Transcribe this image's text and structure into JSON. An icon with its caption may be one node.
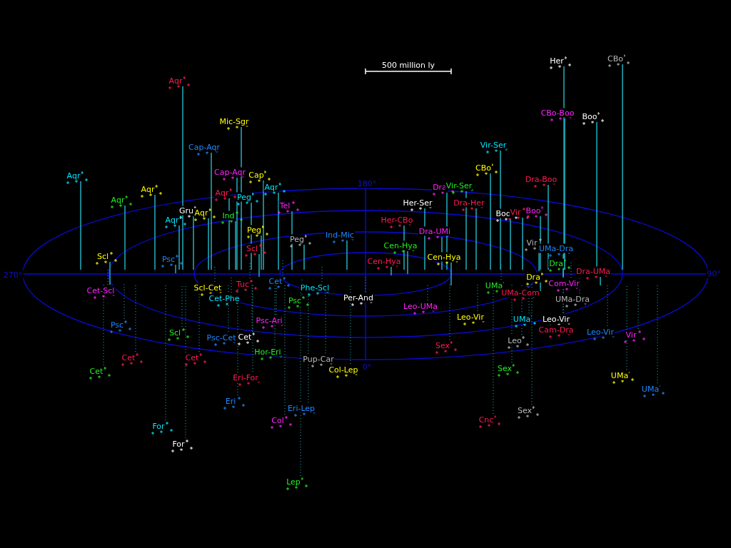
{
  "diagram": {
    "labels": [
      "500 million ly",
      "Her",
      "CBo",
      "Aqr",
      "CBo-Boo",
      "Boo",
      "Mic-Sgr",
      "Cap-Aqr",
      "Vir-Ser",
      "CBo",
      "Cap-Aqr",
      "Aqr",
      "Cap",
      "Dra-Boo",
      "180°",
      "Aqr",
      "Dra",
      "Vir-Ser",
      "Aqr",
      "Aqr",
      "Her-Ser",
      "Dra-Her",
      "Aqr",
      "Peg",
      "Tel",
      "Boo",
      "Vir",
      "Boo",
      "Gru",
      "Ind",
      "Aqr",
      "Aqr",
      "Her-CBo",
      "Peg",
      "Dra-UMi",
      "Ind-Mic",
      "Peg",
      "Vir",
      "Cen-Hya",
      "UMa-Dra",
      "Scl",
      "Psc",
      "Scl",
      "Cen-Hya",
      "Cen-Hya",
      "Dra",
      "270°",
      "90°",
      "Dra-UMa",
      "Dra",
      "Cet",
      "Com-Vir",
      "UMa",
      "Cet-Scl",
      "Scl-Cet",
      "Tuc",
      "Phe-Scl",
      "UMa-Com",
      "Cet-Phe",
      "UMa-Dra",
      "Psc",
      "Per-And",
      "Leo-UMa",
      "Psc-Ari",
      "UMa",
      "Leo-Vir",
      "Leo-Vir",
      "Psc",
      "Leo-Vir",
      "Vir",
      "Cam-Dra",
      "Scl",
      "Psc-Cet",
      "Cet",
      "Leo",
      "Cet",
      "Cet",
      "Sex",
      "Hor-Eri",
      "Pup-Car",
      "0°",
      "Cet",
      "Sex",
      "Col-Lep",
      "UMa",
      "Eri-For",
      "UMa",
      "Eri",
      "Eri-Lep",
      "Cnc",
      "Col",
      "For",
      "Sex",
      "For",
      "Lep"
    ]
  }
}
